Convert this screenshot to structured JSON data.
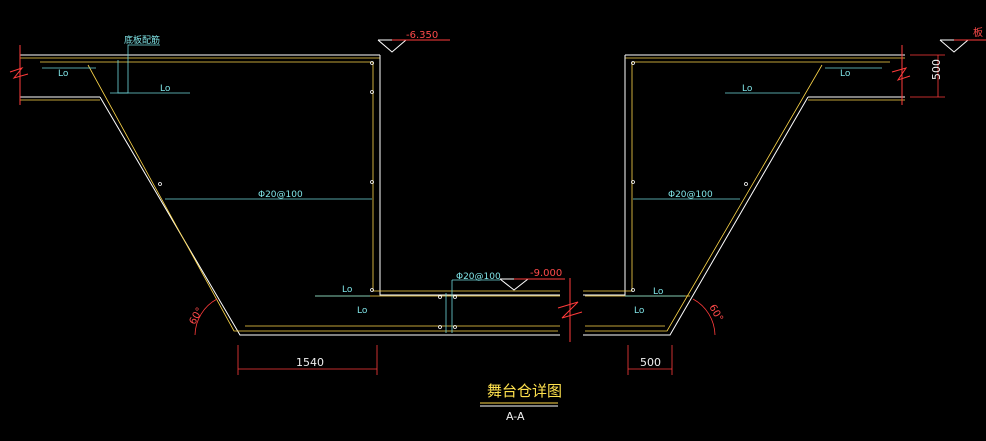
{
  "drawing": {
    "title": "舞台仓详图",
    "section_label": "A-A",
    "colors": {
      "background": "#000000",
      "concrete": "#ffffff",
      "rebar": "#ffd84a",
      "dimension": "#ff3b3b",
      "annotation": "#6fd8dc",
      "accent": "#ff6a6a"
    }
  },
  "labels": {
    "rebar_top_note": "底板配筋",
    "elev_top": "-6.350",
    "elev_right_partial": "板",
    "elev_bottom": "-9.000",
    "rebar_left_wall": "Φ20@100",
    "rebar_right_wall": "Φ20@100",
    "rebar_bottom": "Φ20@100",
    "lap_lo": "Lo",
    "angle": "60°",
    "dim_left": "1540",
    "dim_right": "500",
    "dim_vertical": "500"
  }
}
